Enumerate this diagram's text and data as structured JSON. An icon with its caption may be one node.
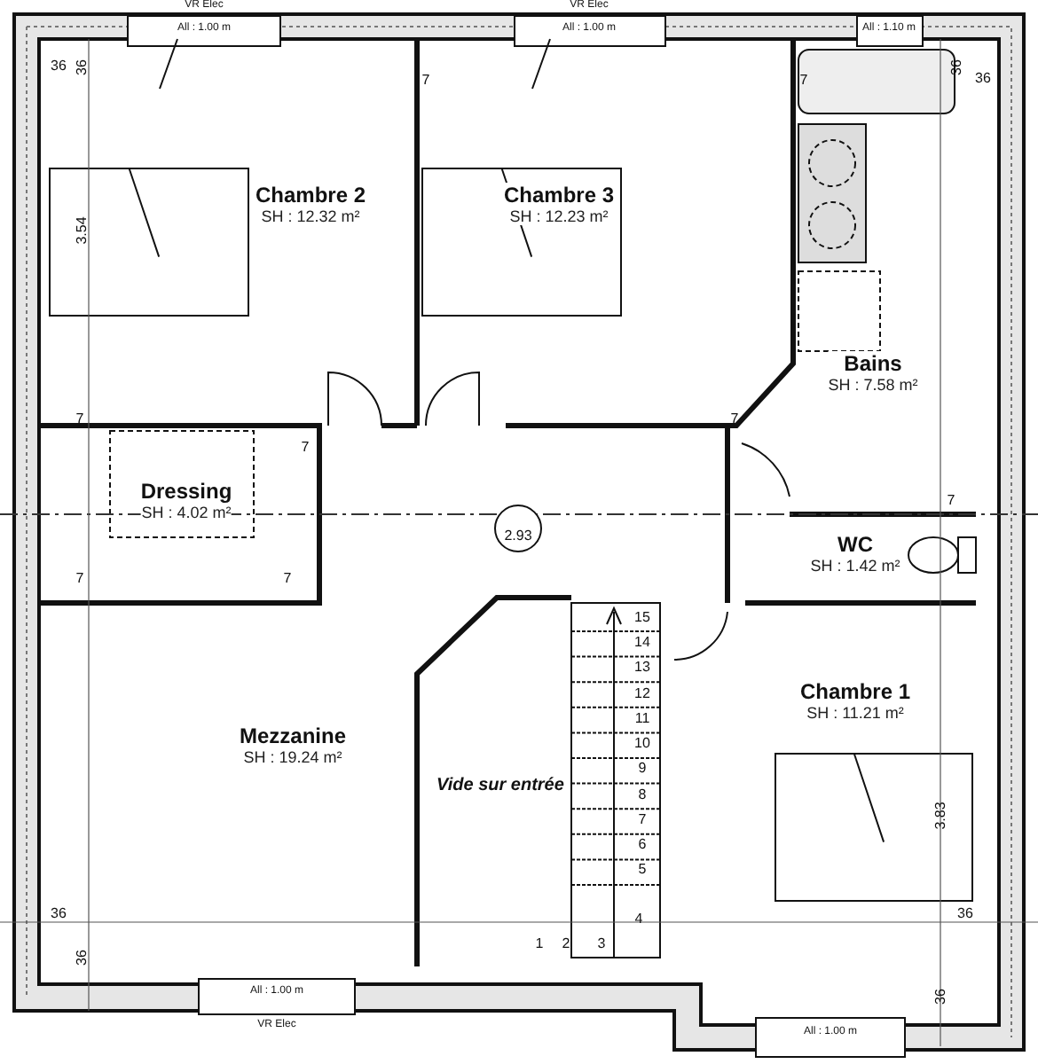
{
  "diagram": {
    "nodes": [
      {
        "text": [
          "Chambre 2",
          "SH : 12.32 m²"
        ]
      },
      {
        "text": [
          "Chambre 3",
          "SH : 12.23 m²"
        ]
      },
      {
        "text": [
          "Bains",
          "SH : 7.58 m²"
        ]
      },
      {
        "text": [
          "Dressing",
          "SH : 4.02 m²"
        ]
      },
      {
        "text": [
          "WC",
          "SH : 1.42 m²"
        ]
      },
      {
        "text": [
          "Mezzanine",
          "SH : 19.24 m²"
        ]
      },
      {
        "text": [
          "Vide sur entrée"
        ]
      },
      {
        "text": [
          "Chambre 1",
          "SH : 11.21 m²"
        ]
      }
    ],
    "edges": [],
    "labels": [
      "VR Elec",
      "All : 1.00 m",
      "VR Elec",
      "All : 1.00 m",
      "All : 1.10 m",
      "36",
      "36",
      "7",
      "7",
      "36",
      "36",
      "3.54",
      "7",
      "7",
      "7",
      "7",
      "2.93",
      "7",
      "7",
      "15",
      "14",
      "13",
      "12",
      "11",
      "10",
      "9",
      "8",
      "7",
      "6",
      "5",
      "4",
      "3",
      "2",
      "1",
      "3.83",
      "36",
      "36",
      "36",
      "36",
      "All : 1.00 m",
      "VR Elec",
      "All : 1.00 m"
    ]
  }
}
